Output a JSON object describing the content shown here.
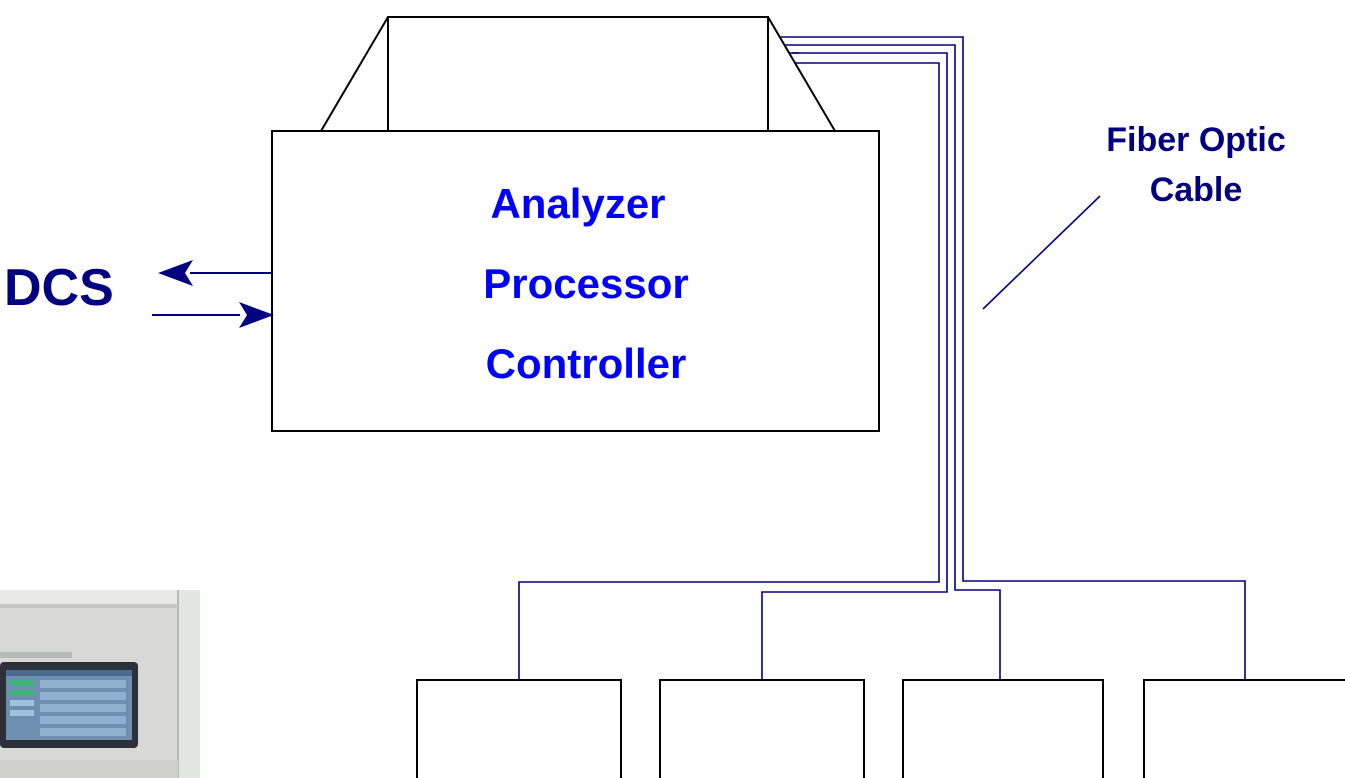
{
  "labels": {
    "dcs": "DCS",
    "processor_line1": "Analyzer",
    "processor_line2": "Processor",
    "processor_line3": "Controller",
    "cable_line1": "Fiber Optic",
    "cable_line2": "Cable"
  },
  "colors": {
    "text_blue": "#0000ff",
    "navy": "#000080",
    "outline": "#000000",
    "panel_body": "#d9d9d6",
    "panel_frame": "#dcdedd",
    "screen_bezel": "#2c3038",
    "screen": "#6f8fb0"
  },
  "icons": {
    "photo": "analyzer-panel-photo"
  }
}
